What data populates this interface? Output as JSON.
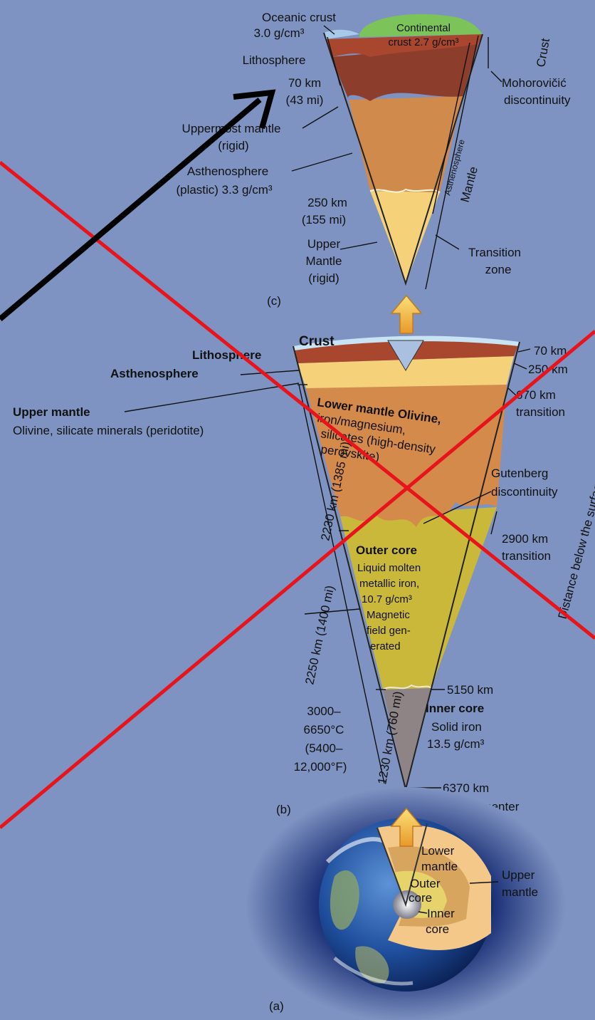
{
  "colors": {
    "background": "#7f93c2",
    "continental_crust": "#7cc35a",
    "oceanic_crust": "#a9c9e8",
    "lithosphere": "#a8472e",
    "upper_mantle_dark": "#8c3d2c",
    "asthenosphere": "#cf8a4c",
    "upper_mantle_rigid": "#f5d27a",
    "lower_mantle": "#d48a4a",
    "outer_core": "#c9b83a",
    "inner_core": "#8e8385",
    "arrow_fill": "#f5b443",
    "overlay_cross": "#e8141c",
    "overlay_arrow": "#000000"
  },
  "panel_c": {
    "label": "(c)",
    "oceanic_crust": [
      "Oceanic crust",
      "3.0 g/cm³"
    ],
    "continental_crust": [
      "Continental",
      "crust 2.7 g/cm³"
    ],
    "lithosphere": "Lithosphere",
    "depth_70": [
      "70 km",
      "(43 mi)"
    ],
    "uppermost_mantle": [
      "Uppermost mantle",
      "(rigid)"
    ],
    "asthenosphere": [
      "Asthenosphere",
      "(plastic) 3.3 g/cm³"
    ],
    "depth_250": [
      "250 km",
      "(155 mi)"
    ],
    "upper_mantle": [
      "Upper",
      "Mantle",
      "(rigid)"
    ],
    "crust_vertical": "Crust",
    "moho": [
      "Mohorovičić",
      "discontinuity"
    ],
    "asthenosphere_vertical": "Asthenosphere",
    "mantle_vertical": "Mantle",
    "transition": [
      "Transition",
      "zone"
    ]
  },
  "panel_b": {
    "label": "(b)",
    "crust": "Crust",
    "lithosphere": "Lithosphere",
    "asthenosphere": "Asthenosphere",
    "upper_mantle_title": "Upper mantle",
    "upper_mantle_desc": "Olivine, silicate minerals (peridotite)",
    "lower_mantle": [
      "Lower mantle Olivine,",
      "iron/magnesium,",
      "silicates (high-density",
      "perovskite)"
    ],
    "depth_70": "70 km",
    "depth_250": "250 km",
    "depth_670": [
      "670 km",
      "transition"
    ],
    "gutenberg": [
      "Gutenberg",
      "discontinuity"
    ],
    "depth_2900": [
      "2900 km",
      "transition"
    ],
    "thickness_mantle": "2230 km (1385 mi)",
    "outer_core_title": "Outer core",
    "outer_core_desc": [
      "Liquid molten",
      "metallic iron,",
      "10.7 g/cm³",
      "Magnetic",
      "field gen-",
      "erated"
    ],
    "thickness_outer": "2250 km (1400 mi)",
    "depth_5150": "5150 km",
    "inner_core_title": "Inner core",
    "inner_core_desc": [
      "Solid iron",
      "13.5 g/cm³"
    ],
    "thickness_inner": "1230 km (760 mi)",
    "temperature": [
      "3000–",
      "6650°C",
      "(5400–",
      "12,000°F)"
    ],
    "depth_6370": "6370 km",
    "earth_center": "Earth's center",
    "distance_axis": "Distance below the surface"
  },
  "panel_a": {
    "label": "(a)",
    "lower_mantle": [
      "Lower",
      "mantle"
    ],
    "outer_core": [
      "Outer",
      "core"
    ],
    "inner_core": [
      "Inner",
      "core"
    ],
    "upper_mantle": [
      "Upper",
      "mantle"
    ]
  }
}
